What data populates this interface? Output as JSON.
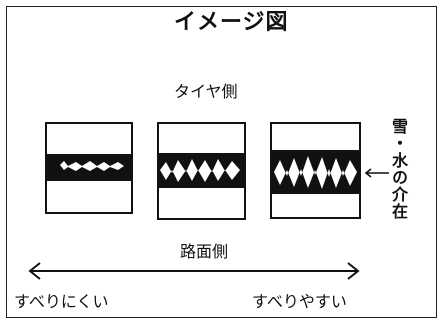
{
  "diagram": {
    "title": "イメージ図",
    "tire_side_label": "タイヤ側",
    "road_side_label": "路面側",
    "side_label": "雪・水の介在",
    "left_caption": "すべりにくい",
    "right_caption": "すべりやすい",
    "panels": [
      {
        "name": "low-intervention-panel"
      },
      {
        "name": "medium-intervention-panel"
      },
      {
        "name": "high-intervention-panel"
      }
    ],
    "colors": {
      "ink": "#111111",
      "paper": "#ffffff"
    }
  }
}
